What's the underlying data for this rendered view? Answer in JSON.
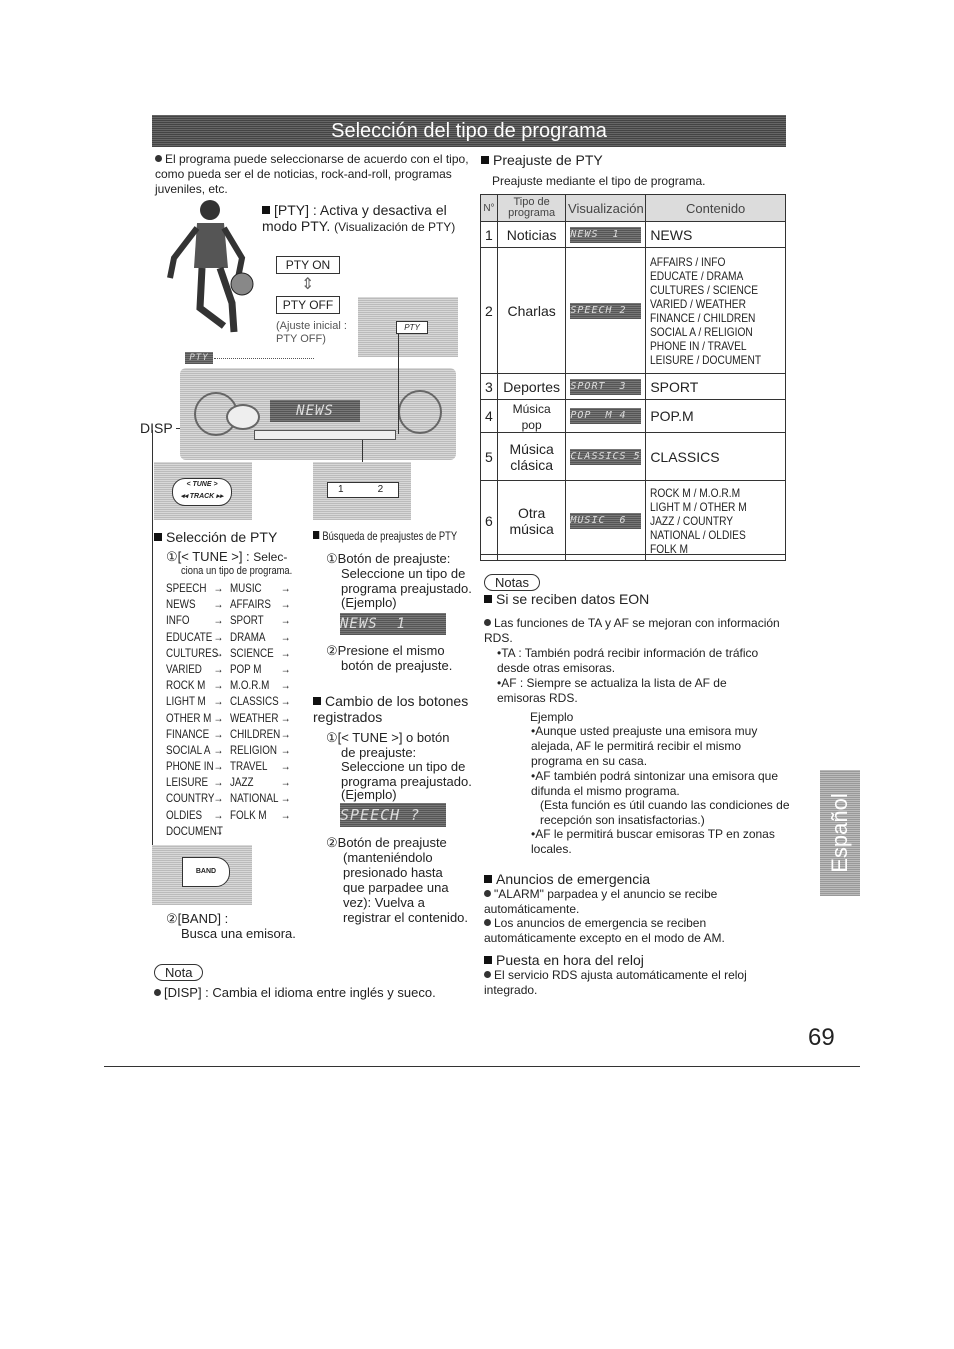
{
  "title": "Selección del tipo de programa",
  "intro": "El programa puede seleccionarse de acuerdo con el tipo, como pueda ser el de noticias, rock-and-roll, programas juveniles, etc.",
  "pty_mode": {
    "heading": "[PTY] : Activa y desactiva el modo PTY.",
    "paren": "(Visualización de PTY)",
    "on": "PTY ON",
    "off": "PTY OFF",
    "initial": "(Ajuste inicial : PTY OFF)",
    "pty_btn": "PTY",
    "pty_label": "PTY"
  },
  "device": {
    "disp": "DISP",
    "lcd": "NEWS",
    "tune1": "< TUNE >",
    "tune2": "◂◂ TRACK ▸▸",
    "preset1": "1",
    "preset2": "2"
  },
  "seleccion": {
    "heading": "Selección de PTY",
    "step1a": "①[< TUNE >] :",
    "step1b": "Selec-",
    "step1c": "ciona un tipo de programa.",
    "list": [
      [
        "SPEECH",
        "MUSIC"
      ],
      [
        "NEWS",
        "AFFAIRS"
      ],
      [
        "INFO",
        "SPORT"
      ],
      [
        "EDUCATE",
        "DRAMA"
      ],
      [
        "CULTURES",
        "SCIENCE"
      ],
      [
        "VARIED",
        "POP M"
      ],
      [
        "ROCK M",
        "M.O.R.M"
      ],
      [
        "LIGHT M",
        "CLASSICS"
      ],
      [
        "OTHER M",
        "WEATHER"
      ],
      [
        "FINANCE",
        "CHILDREN"
      ],
      [
        "SOCIAL A",
        "RELIGION"
      ],
      [
        "PHONE IN",
        "TRAVEL"
      ],
      [
        "LEISURE",
        "JAZZ"
      ],
      [
        "COUNTRY",
        "NATIONAL"
      ],
      [
        "OLDIES",
        "FOLK M"
      ],
      [
        "DOCUMENT",
        ""
      ]
    ],
    "arrow": "→",
    "band_btn": "BAND",
    "band1": "②[BAND] :",
    "band2": "Busca una emisora."
  },
  "busqueda": {
    "heading": "Búsqueda de preajustes de PTY",
    "s1": "①Botón de preajuste:",
    "s1b": "Seleccione un tipo de programa preajustado.",
    "s1c": "(Ejemplo)",
    "lcd": "NEWS  1",
    "s2": "②Presione el mismo",
    "s2b": "botón de preajuste."
  },
  "cambio": {
    "heading": "Cambio de los botones registrados",
    "s1": "①[< TUNE >] o botón",
    "s1b": "de preajuste:",
    "s1c": "Seleccione un tipo de programa preajustado.",
    "s1d": "(Ejemplo)",
    "lcd": "SPEECH ?",
    "s2": "②Botón de preajuste",
    "s2b": "(manteniéndolo presionado hasta que parpadee una vez): Vuelva a registrar el contenido."
  },
  "nota": {
    "label": "Nota",
    "text": "[DISP] : Cambia el idioma entre inglés y sueco."
  },
  "preajuste": {
    "heading": "Preajuste de PTY",
    "sub": "Preajuste mediante el tipo de programa.",
    "headers": [
      "N°",
      "Tipo de programa",
      "Visualización",
      "Contenido"
    ],
    "rows": [
      {
        "n": "1",
        "tipo": "Noticias",
        "lcd": "NEWS  1",
        "contenido": "NEWS"
      },
      {
        "n": "2",
        "tipo": "Charlas",
        "lcd": "SPEECH 2",
        "contenido": "AFFAIRS / INFO\nEDUCATE / DRAMA\nCULTURES / SCIENCE\nVARIED / WEATHER\nFINANCE / CHILDREN\nSOCIAL A / RELIGION\nPHONE IN / TRAVEL\nLEISURE / DOCUMENT"
      },
      {
        "n": "3",
        "tipo": "Deportes",
        "lcd": "SPORT  3",
        "contenido": "SPORT"
      },
      {
        "n": "4",
        "tipo": "Música pop",
        "lcd": "POP  M 4",
        "contenido": "POP.M"
      },
      {
        "n": "5",
        "tipo": "Música clásica",
        "lcd": "CLASSICS 5",
        "contenido": "CLASSICS"
      },
      {
        "n": "6",
        "tipo": "Otra música",
        "lcd": "MUSIC  6",
        "contenido": "ROCK M / M.O.R.M\nLIGHT M / OTHER M\nJAZZ / COUNTRY\nNATIONAL / OLDIES\nFOLK M"
      }
    ]
  },
  "notas": {
    "label": "Notas",
    "eon_h": "Si se reciben datos EON",
    "eon1": "Las funciones de TA y AF se mejoran con información RDS.",
    "ta": "•TA : También podrá recibir información de tráfico desde otras emisoras.",
    "af": "•AF : Siempre se actualiza la lista de AF de emisoras RDS.",
    "ej": "Ejemplo",
    "b1": "•Aunque usted preajuste una emisora muy alejada, AF le permitirá recibir el mismo programa en su casa.",
    "b2": "•AF también podrá sintonizar una emisora que difunda el mismo programa.",
    "b2b": "(Esta función es útil cuando las condiciones de recepción son insatisfactorias.)",
    "b3": "•AF le permitirá buscar emisoras TP en zonas locales."
  },
  "emerg": {
    "heading": "Anuncios de emergencia",
    "t1": "\"ALARM\" parpadea y el anuncio se recibe automáticamente.",
    "t2": "Los anuncios de emergencia se reciben automáticamente excepto en el modo de AM."
  },
  "reloj": {
    "heading": "Puesta en hora del reloj",
    "t1": "El servicio RDS ajusta automáticamente el reloj integrado."
  },
  "side_tab": "Español",
  "page_number": "69"
}
